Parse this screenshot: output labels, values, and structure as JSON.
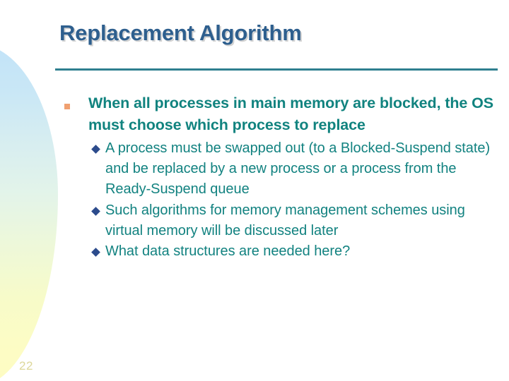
{
  "slide": {
    "title": "Replacement Algorithm",
    "page_number": "22",
    "title_color": "#2e5f8e",
    "body_color": "#11837f",
    "rule_color": "#2f7f8f",
    "level1_bullet_color": "#f0a070",
    "level2_bullet_color": "#2c4b8c",
    "page_number_color": "#ddd79a",
    "background_color": "#ffffff",
    "decoration": {
      "name": "left-gradient-teardrop",
      "gradient_top": "#c2e3f8",
      "gradient_middle": "#e3f4e9",
      "gradient_bottom": "#fdfbc2"
    },
    "bullets": [
      {
        "marker": "square-bullet",
        "text": "When all processes in main memory are blocked, the OS must choose which process to replace",
        "children": [
          {
            "marker": "diamond-bullet",
            "text": "A process must be swapped out (to a Blocked-Suspend state) and be replaced by a new process or a process from the Ready-Suspend queue"
          },
          {
            "marker": "diamond-bullet",
            "text": "Such algorithms for memory management schemes using virtual memory will be discussed later"
          },
          {
            "marker": "diamond-bullet",
            "text": "What data structures are needed here?"
          }
        ]
      }
    ]
  }
}
